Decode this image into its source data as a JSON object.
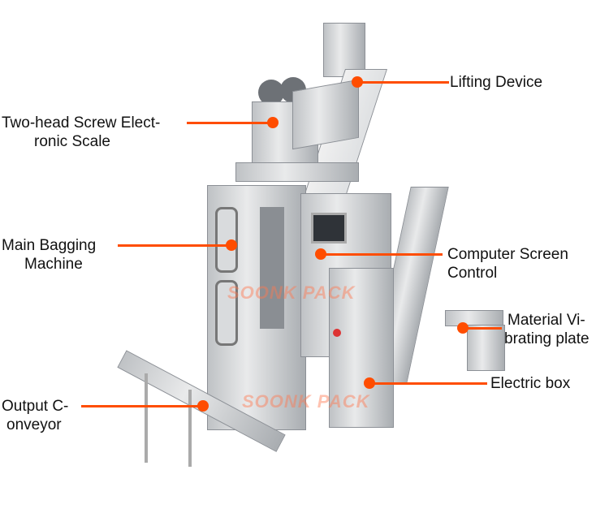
{
  "labels": {
    "lifting_device": [
      "Lifting Device"
    ],
    "scale": [
      "Two-head Screw Elect-",
      "ronic Scale"
    ],
    "bagging": [
      "Main Bagging",
      "Machine"
    ],
    "screen": [
      "Computer Screen",
      "Control"
    ],
    "vibrating": [
      "Material Vi-",
      "brating plate"
    ],
    "electric_box": [
      "Electric box"
    ],
    "conveyor": [
      "Output C-",
      "onveyor"
    ]
  },
  "watermark": "SOONK PACK",
  "colors": {
    "accent": "#ff4d00"
  }
}
